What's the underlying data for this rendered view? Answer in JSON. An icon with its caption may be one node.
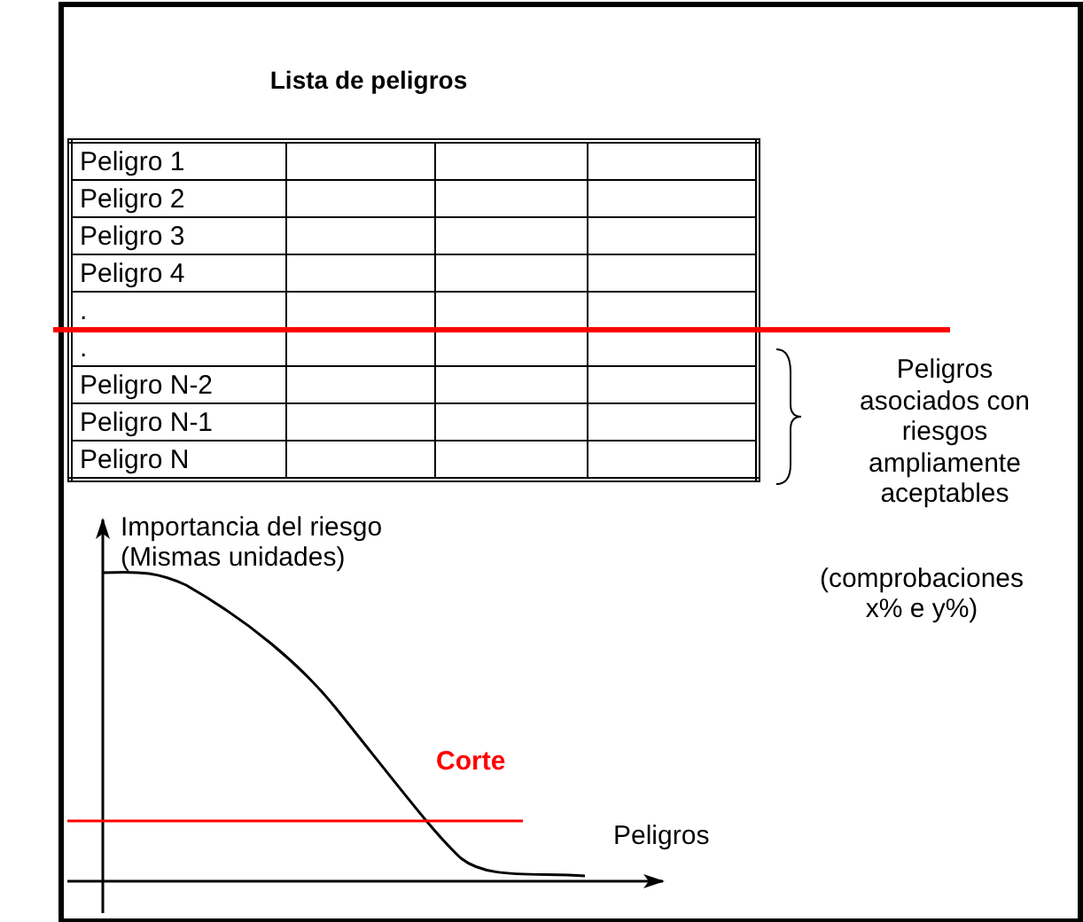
{
  "diagram": {
    "title": "Lista de peligros",
    "labels": [
      "Peligro 1",
      "Peligro 2",
      "Peligro 3",
      "Peligro 4",
      ".",
      ".",
      "Peligro N-2",
      "Peligro N-1",
      "Peligro N",
      "Peligros asociados con riesgos ampliamente aceptables",
      "Importancia del riesgo (Mismas unidades)",
      "(comprobaciones x% e y%)",
      "Corte",
      "Peligros"
    ]
  }
}
